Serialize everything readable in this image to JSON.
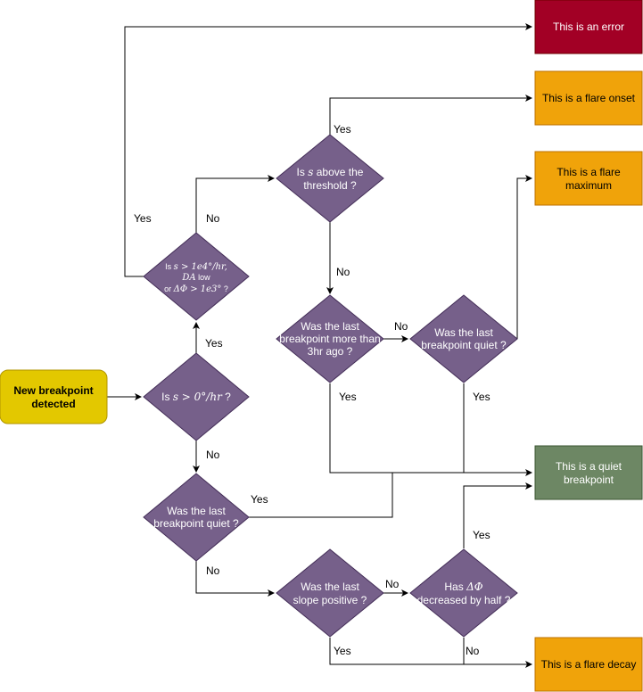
{
  "start": {
    "line1": "New breakpoint",
    "line2": "detected",
    "color": "#e3c800"
  },
  "diamond_color": "#76608a",
  "decisions": {
    "d1": {
      "pre": "Is ",
      "math": "s > 0°/hr",
      "post": " ?"
    },
    "d2": {
      "pre": "Is ",
      "math1": "s > 1e4°/hr,",
      "math2": "DA",
      "mid": " low",
      "pre3": "or ",
      "math3": "ΔΦ > 1e3°",
      "post": " ?"
    },
    "d3": {
      "line1_pre": "Is ",
      "line1_math": "s",
      "line1_post": " above the",
      "line2": "threshold ?"
    },
    "d4": {
      "line1": "Was the last",
      "line2": "breakpoint more than",
      "line3": "3hr ago ?"
    },
    "d5": {
      "line1": "Was the last",
      "line2": "breakpoint quiet ?"
    },
    "d6": {
      "line1": "Was the last",
      "line2": "breakpoint quiet ?"
    },
    "d7": {
      "line1": "Was the last",
      "line2": "slope positive ?"
    },
    "d8": {
      "line1_pre": "Has ",
      "line1_math": "ΔΦ",
      "line2": "decreased by half ?"
    }
  },
  "outcomes": {
    "error": {
      "label": "This is an error",
      "color": "#a20025"
    },
    "flare_onset": {
      "label": "This is a flare onset",
      "color": "#f0a30a"
    },
    "flare_max": {
      "line1": "This is a flare",
      "line2": "maximum",
      "color": "#f0a30a"
    },
    "quiet": {
      "line1": "This is a quiet",
      "line2": "breakpoint",
      "color": "#6d8764"
    },
    "flare_decay": {
      "label": "This is a flare decay",
      "color": "#f0a30a"
    }
  },
  "edge_labels": {
    "d1_yes": "Yes",
    "d1_no": "No",
    "d2_yes": "Yes",
    "d2_no": "No",
    "d3_yes": "Yes",
    "d3_no": "No",
    "d4_no": "No",
    "d4_yes": "Yes",
    "d5_yes": "Yes",
    "d6_yes": "Yes",
    "d6_no": "No",
    "d7_no": "No",
    "d7_yes": "Yes",
    "d8_yes": "Yes",
    "d8_no": "No"
  }
}
